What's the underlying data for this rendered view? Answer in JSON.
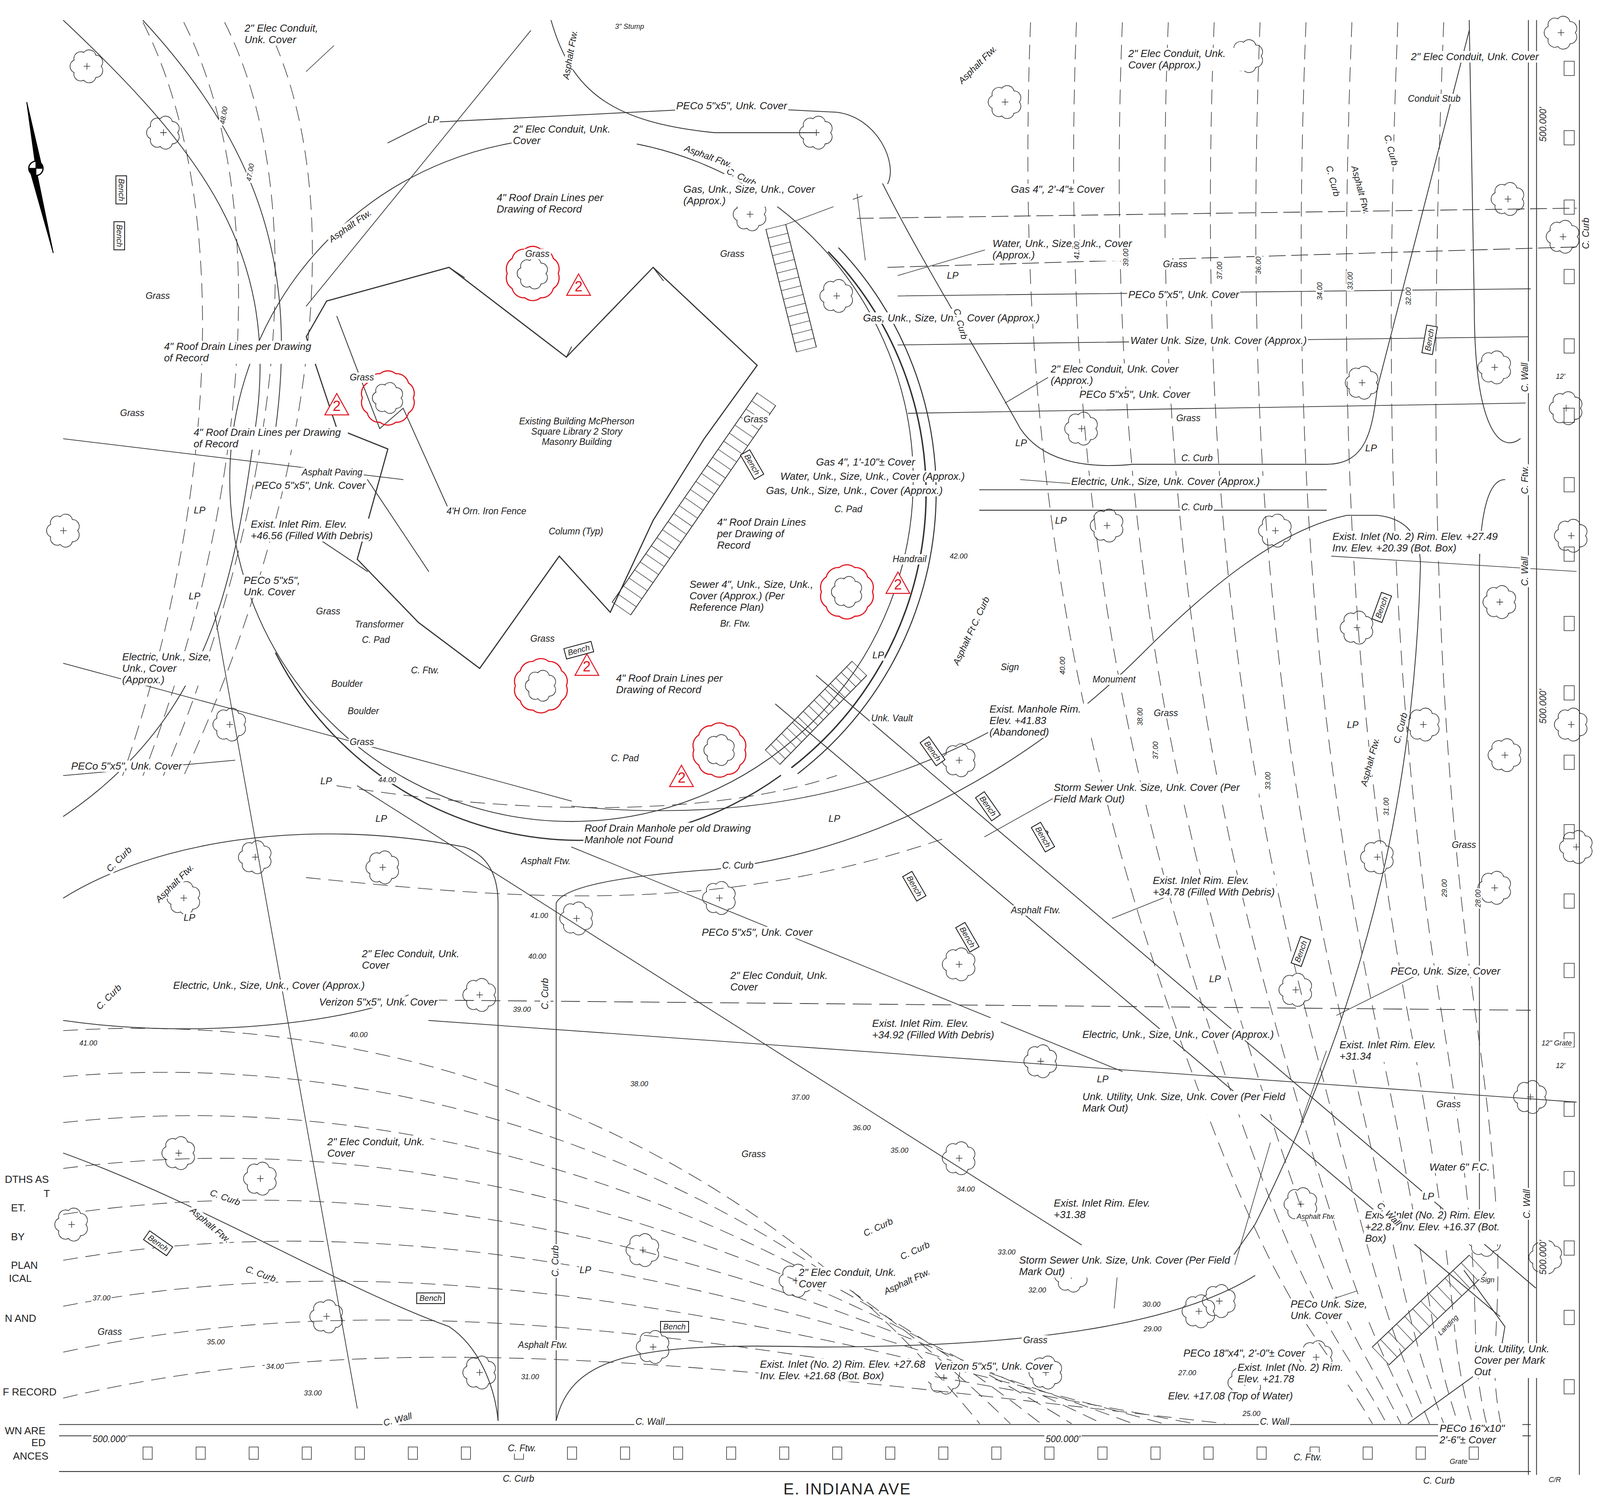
{
  "diagram": {
    "nodes": [
      {
        "text": [
          "2"
        ]
      },
      {
        "text": [
          "2"
        ]
      },
      {
        "text": [
          "2"
        ]
      },
      {
        "text": [
          "2"
        ]
      },
      {
        "text": [
          "2"
        ]
      },
      {
        "text": [
          "Bench"
        ]
      },
      {
        "text": [
          "Bench"
        ]
      },
      {
        "text": [
          "Bench"
        ]
      },
      {
        "text": [
          "Bench"
        ]
      },
      {
        "text": [
          "Bench"
        ]
      },
      {
        "text": [
          "Bench"
        ]
      },
      {
        "text": [
          "Bench"
        ]
      },
      {
        "text": [
          "Bench"
        ]
      },
      {
        "text": [
          "Bench"
        ]
      },
      {
        "text": [
          "Bench"
        ]
      },
      {
        "text": [
          "Bench"
        ]
      },
      {
        "text": [
          "Bench"
        ]
      },
      {
        "text": [
          "Bench"
        ]
      },
      {
        "text": [
          "Bench"
        ]
      },
      {
        "text": [
          "Bench"
        ]
      }
    ],
    "labels": [
      "2\" Elec Conduit, Unk. Cover",
      "Asphalt Ftw.",
      "3\" Stump",
      "Asphalt Ftw.",
      "2\" Elec Conduit, Unk. Cover (Approx.)",
      "2\" Elec Conduit, Unk. Cover",
      "Conduit Stub",
      "PECo 5\"x5\", Unk. Cover",
      "2\" Elec Conduit, Unk. Cover",
      "C. Curb",
      "Asphalt Ftw.",
      "4\" Roof Drain Lines per Drawing of Record",
      "Gas, Unk., Size, Unk., Cover (Approx.)",
      "Gas 4\", 2'-4\"± Cover",
      "Water, Unk., Size, Unk., Cover (Approx.)",
      "Grass",
      "Grass",
      "Grass",
      "PECo 5\"x5\", Unk. Cover",
      "Gas, Unk., Size, Unk., Cover (Approx.)",
      "Water Unk. Size, Unk. Cover (Approx.)",
      "2\" Elec Conduit, Unk. Cover (Approx.)",
      "PECo 5\"x5\", Unk. Cover",
      "Grass",
      "Grass",
      "Grass",
      "Grass",
      "4\" Roof Drain Lines per Drawing of Record",
      "4\" Roof Drain Lines per Drawing of Record",
      "Existing Building McPherson Square Library 2 Story Masonry Building",
      "Grass",
      "Asphalt Paving",
      "PECo 5\"x5\", Unk. Cover",
      "4'H Orn. Iron Fence",
      "Exist. Inlet Rim. Elev. +46.56 (Filled With Debris)",
      "Gas 4\", 1'-10\"± Cover",
      "Water, Unk., Size, Unk., Cover (Approx.)",
      "Gas, Unk., Size, Unk., Cover (Approx.)",
      "Electric, Unk., Size, Unk. Cover (Approx.)",
      "C. Curb",
      "C. Curb",
      "4\" Roof Drain Lines per Drawing of Record",
      "Column (Typ)",
      "Sewer 4\", Unk., Size, Unk., Cover (Approx.) (Per Reference Plan)",
      "Br. Ftw.",
      "Handrail",
      "42.00",
      "PECo 5\"x5\", Unk. Cover",
      "Grass",
      "Transformer",
      "C. Pad",
      "Electric, Unk., Size, Unk., Cover (Approx.)",
      "Grass",
      "4\" Roof Drain Lines per Drawing of Record",
      "Boulder",
      "Boulder",
      "C. Ftw.",
      "Grass",
      "Exist. Manhole Rim. Elev. +41.83 (Abandoned)",
      "Sign",
      "Monument",
      "Grass",
      "Unk. Vault",
      "Exist. Inlet (No. 2) Rim. Elev. +27.49 Inv. Elev. +20.39 (Bot. Box)",
      "PECo 5\"x5\", Unk. Cover",
      "C. Pad",
      "44.00",
      "Roof Drain Manhole per old Drawing Manhole not Found",
      "Storm Sewer Unk. Size, Unk. Cover (Per Field Mark Out)",
      "Asphalt Ftw.",
      "Asphalt Ftw.",
      "Grass",
      "Exist. Inlet Rim. Elev. +34.78 (Filled With Debris)",
      "PECo 5\"x5\", Unk. Cover",
      "2\" Elec Conduit, Unk. Cover",
      "2\" Elec Conduit, Unk. Cover",
      "Electric, Unk., Size, Unk., Cover (Approx.)",
      "Verizon 5\"x5\", Unk. Cover",
      "PECo, Unk. Size, Cover",
      "Exist. Inlet Rim. Elev. +34.92 (Filled With Debris)",
      "Electric, Unk., Size, Unk., Cover (Approx.)",
      "Exist. Inlet Rim. Elev. +31.34",
      "12\" Grate",
      "Unk. Utility, Unk. Size, Unk. Cover (Per Field Mark Out)",
      "Grass",
      "Water 6\" F.C.",
      "2\" Elec Conduit, Unk. Cover",
      "Grass",
      "Exist. Inlet Rim. Elev. +31.38",
      "Asphalt Ftw.",
      "Exist. Inlet (No. 2) Rim. Elev. +22.87 Inv. Elev. +16.37 (Bot. Box)",
      "Storm Sewer Unk. Size, Unk. Cover (Per Field Mark Out)",
      "2\" Elec Conduit, Unk. Cover",
      "C. Curb",
      "Sign",
      "PECo Unk. Size, Unk. Cover",
      "Grass",
      "Asphalt Ftw.",
      "Exist. Inlet (No. 2) Rim. Elev. +27.68 Inv. Elev. +21.68 (Bot. Box)",
      "Verizon 5\"x5\", Unk. Cover",
      "PECo 18\"x4\", 2'-0\"± Cover",
      "Exist. Inlet (No. 2) Rim. Elev. +21.78",
      "Elev. +17.08 (Top of Water)",
      "Unk. Utility, Unk. Cover per Mark Out",
      "PECo 16\"x10\" 2'-6\"± Cover",
      "C. Wall",
      "C. Wall",
      "C. Wall",
      "500.000'",
      "500.000'",
      "C. Ftw.",
      "C. Ftw.",
      "C. Curb",
      "C. Curb",
      "Grate",
      "E. INDIANA AVE",
      "Landing",
      "C/R",
      "Grass",
      "Asphalt Ftw.",
      "C. Curb",
      "C. Curb",
      "C. Curb",
      "Asphalt Ftw.",
      "C. Curb",
      "C. Curb",
      "C. Curb",
      "C. Curb",
      "C. Curb",
      "Asphalt Ftw.",
      "Asphalt Ftw.",
      "Asphalt Ftw.",
      "C. Curb",
      "Asphalt Ftw.",
      "C. Curb",
      "Asphalt Ftw.",
      "C. Curb",
      "C. Curb",
      "C. Curb",
      "C. Wall",
      "C. Ftw.",
      "C. Wall",
      "C. Wall",
      "500.000'",
      "500.000'",
      "500.000'",
      "C. Curb",
      "12'",
      "12'",
      "C. Wall",
      "C. Pad",
      "DTHS AS",
      "T",
      "ET.",
      "BY",
      "PLAN",
      "ICAL",
      "N AND",
      "F RECORD",
      "WN ARE",
      "ED",
      "ANCES",
      "48.00",
      "47.00",
      "41.00",
      "39.00",
      "37.00",
      "36.00",
      "34.00",
      "33.00",
      "32.00",
      "40.00",
      "38.00",
      "37.00",
      "33.00",
      "31.00",
      "29.00",
      "28.00",
      "41.00",
      "40.00",
      "39.00",
      "38.00",
      "37.00",
      "36.00",
      "35.00",
      "34.00",
      "33.00",
      "32.00",
      "30.00",
      "29.00",
      "27.00",
      "25.00",
      "41.00",
      "40.00",
      "37.00",
      "35.00",
      "34.00",
      "33.00",
      "31.00",
      "LP",
      "LP",
      "LP",
      "LP",
      "LP",
      "LP",
      "LP",
      "LP",
      "LP",
      "LP",
      "LP",
      "LP",
      "LP",
      "LP",
      "LP",
      "LP",
      "LP",
      "LP"
    ]
  }
}
